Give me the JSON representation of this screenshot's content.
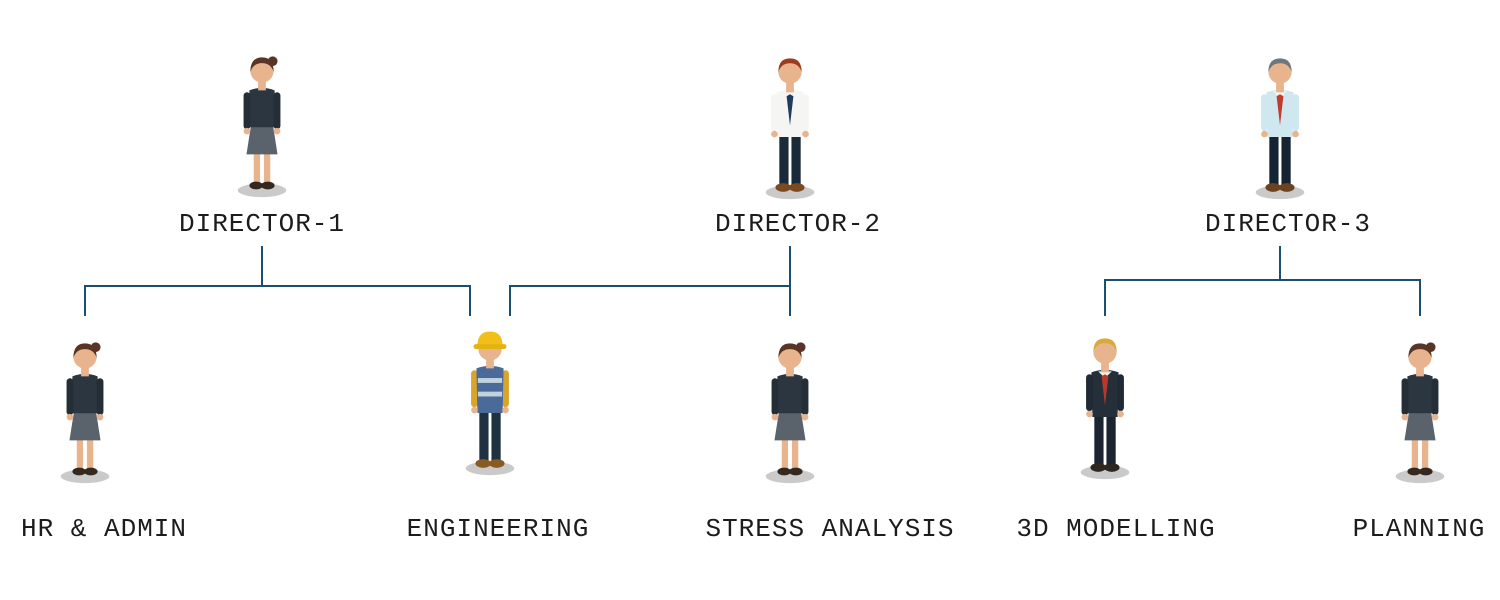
{
  "org_chart": {
    "background_color": "#ffffff",
    "connector_color": "#1b4f72",
    "label_color": "#1c1c1c",
    "directors": [
      {
        "label": "DIRECTOR-1",
        "person": "business-woman"
      },
      {
        "label": "DIRECTOR-2",
        "person": "man-white-shirt-tie"
      },
      {
        "label": "DIRECTOR-3",
        "person": "man-light-blue-shirt"
      }
    ],
    "departments": [
      {
        "label": "HR & ADMIN",
        "person": "business-woman",
        "reports_to": [
          "DIRECTOR-1"
        ]
      },
      {
        "label": "ENGINEERING",
        "person": "construction-worker",
        "reports_to": [
          "DIRECTOR-1",
          "DIRECTOR-2"
        ]
      },
      {
        "label": "STRESS ANALYSIS",
        "person": "business-woman",
        "reports_to": [
          "DIRECTOR-2"
        ]
      },
      {
        "label": "3D MODELLING",
        "person": "blond-man-dark-suit",
        "reports_to": [
          "DIRECTOR-3"
        ]
      },
      {
        "label": "PLANNING",
        "person": "business-woman",
        "reports_to": [
          "DIRECTOR-3"
        ]
      }
    ]
  }
}
